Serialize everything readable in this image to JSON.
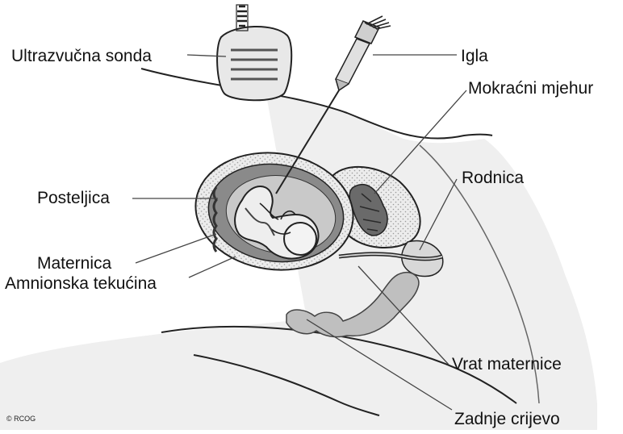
{
  "labels": {
    "probe": "Ultrazvučna sonda",
    "needle": "Igla",
    "bladder": "Mokraćni mjehur",
    "vagina": "Rodnica",
    "placenta": "Posteljica",
    "uterus": "Maternica",
    "amniotic_fluid": "Amnionska tekućina",
    "cervix": "Vrat maternice",
    "rectum": "Zadnje crijevo"
  },
  "copyright": "© RCOG",
  "colors": {
    "outline": "#222222",
    "tissue_light": "#e6e6e6",
    "tissue_mid": "#bdbdbd",
    "tissue_dark": "#6e6e6e",
    "leader_line": "#444444"
  }
}
